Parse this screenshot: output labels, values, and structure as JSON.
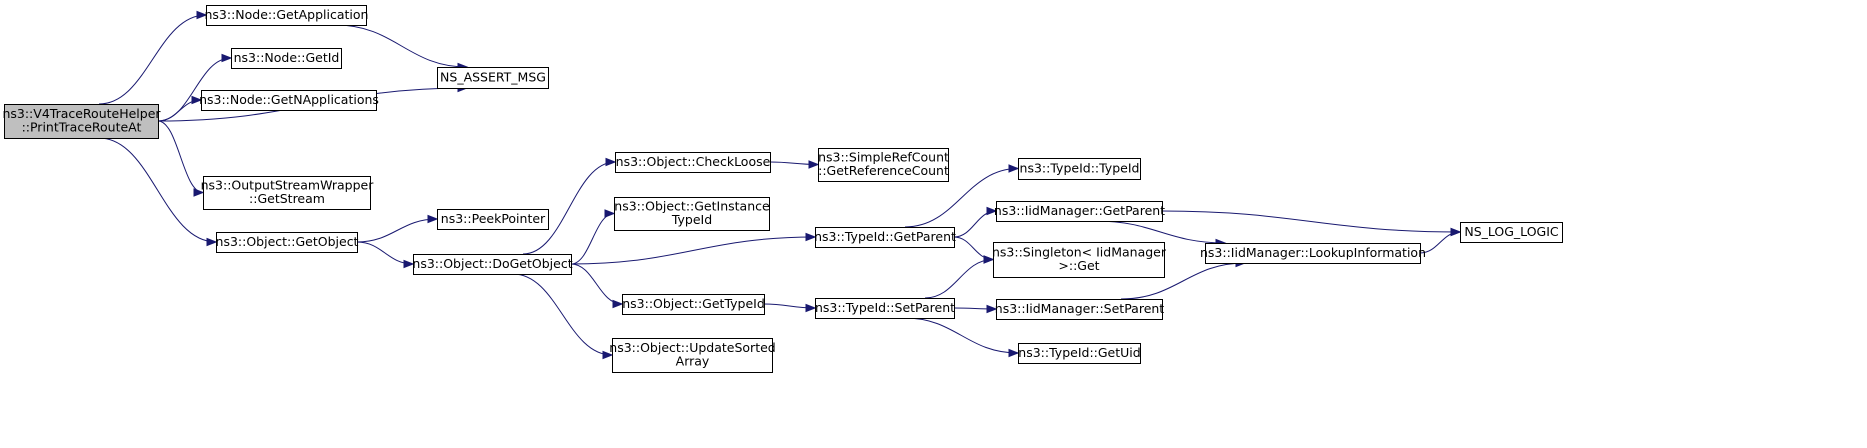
{
  "colors": {
    "edge": "#191970",
    "root_fill": "#bfbfbf",
    "node_fill": "#ffffff",
    "border": "#000000"
  },
  "nodes": [
    {
      "id": "root",
      "lines": [
        "ns3::V4TraceRouteHelper",
        "::PrintTraceRouteAt"
      ],
      "root": true
    },
    {
      "id": "getApplication",
      "lines": [
        "ns3::Node::GetApplication"
      ]
    },
    {
      "id": "getId",
      "lines": [
        "ns3::Node::GetId"
      ]
    },
    {
      "id": "getNApplications",
      "lines": [
        "ns3::Node::GetNApplications"
      ]
    },
    {
      "id": "assertMsg",
      "lines": [
        "NS_ASSERT_MSG"
      ]
    },
    {
      "id": "getStream",
      "lines": [
        "ns3::OutputStreamWrapper",
        "::GetStream"
      ]
    },
    {
      "id": "getObject",
      "lines": [
        "ns3::Object::GetObject"
      ]
    },
    {
      "id": "peekPointer",
      "lines": [
        "ns3::PeekPointer"
      ]
    },
    {
      "id": "doGetObject",
      "lines": [
        "ns3::Object::DoGetObject"
      ]
    },
    {
      "id": "checkLoose",
      "lines": [
        "ns3::Object::CheckLoose"
      ]
    },
    {
      "id": "getInstanceTypeId",
      "lines": [
        "ns3::Object::GetInstance",
        "TypeId"
      ]
    },
    {
      "id": "getTypeId",
      "lines": [
        "ns3::Object::GetTypeId"
      ]
    },
    {
      "id": "updateSortedArray",
      "lines": [
        "ns3::Object::UpdateSorted",
        "Array"
      ]
    },
    {
      "id": "getReferenceCount",
      "lines": [
        "ns3::SimpleRefCount",
        "::GetReferenceCount"
      ]
    },
    {
      "id": "typeIdGetParent",
      "lines": [
        "ns3::TypeId::GetParent"
      ]
    },
    {
      "id": "typeIdSetParent",
      "lines": [
        "ns3::TypeId::SetParent"
      ]
    },
    {
      "id": "typeIdCtor",
      "lines": [
        "ns3::TypeId::TypeId"
      ]
    },
    {
      "id": "iidGetParent",
      "lines": [
        "ns3::IidManager::GetParent"
      ]
    },
    {
      "id": "singletonGet",
      "lines": [
        "ns3::Singleton< IidManager",
        ">::Get"
      ]
    },
    {
      "id": "iidSetParent",
      "lines": [
        "ns3::IidManager::SetParent"
      ]
    },
    {
      "id": "getUid",
      "lines": [
        "ns3::TypeId::GetUid"
      ]
    },
    {
      "id": "lookupInformation",
      "lines": [
        "ns3::IidManager::LookupInformation"
      ]
    },
    {
      "id": "nsLogLogic",
      "lines": [
        "NS_LOG_LOGIC"
      ]
    }
  ],
  "edges": [
    [
      "root",
      "getApplication"
    ],
    [
      "root",
      "getId"
    ],
    [
      "root",
      "getNApplications"
    ],
    [
      "root",
      "assertMsg"
    ],
    [
      "root",
      "getStream"
    ],
    [
      "root",
      "getObject"
    ],
    [
      "getApplication",
      "assertMsg"
    ],
    [
      "getObject",
      "peekPointer"
    ],
    [
      "getObject",
      "doGetObject"
    ],
    [
      "doGetObject",
      "checkLoose"
    ],
    [
      "doGetObject",
      "getInstanceTypeId"
    ],
    [
      "doGetObject",
      "typeIdGetParent"
    ],
    [
      "doGetObject",
      "getTypeId"
    ],
    [
      "doGetObject",
      "updateSortedArray"
    ],
    [
      "checkLoose",
      "getReferenceCount"
    ],
    [
      "typeIdGetParent",
      "typeIdCtor"
    ],
    [
      "typeIdGetParent",
      "iidGetParent"
    ],
    [
      "typeIdGetParent",
      "singletonGet"
    ],
    [
      "getTypeId",
      "typeIdSetParent"
    ],
    [
      "typeIdSetParent",
      "singletonGet"
    ],
    [
      "typeIdSetParent",
      "iidSetParent"
    ],
    [
      "typeIdSetParent",
      "getUid"
    ],
    [
      "iidGetParent",
      "nsLogLogic"
    ],
    [
      "iidGetParent",
      "lookupInformation"
    ],
    [
      "iidSetParent",
      "lookupInformation"
    ],
    [
      "lookupInformation",
      "nsLogLogic"
    ]
  ]
}
